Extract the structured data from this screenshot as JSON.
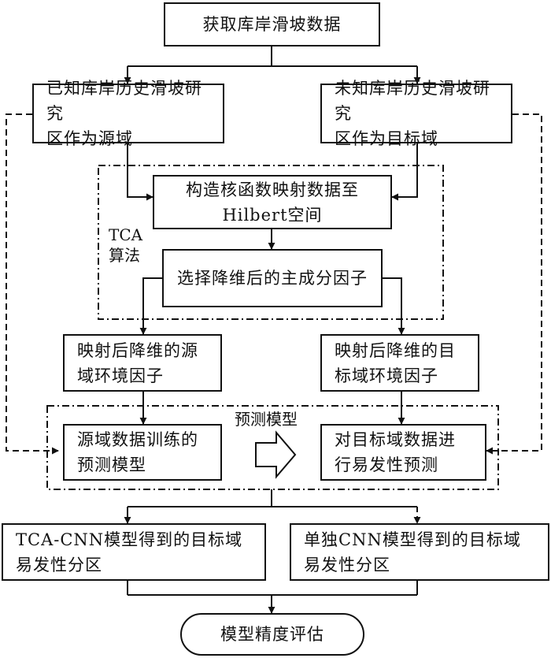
{
  "nodes": {
    "get_data": "获取库岸滑坡数据",
    "source_line1": "已知库岸历史滑坡研究",
    "source_line2": "区作为源域",
    "target_line1": "未知库岸历史滑坡研究",
    "target_line2": "区作为目标域",
    "kernel_line1": "构造核函数映射数据至",
    "kernel_line2": "Hilbert空间",
    "select_factors": "选择降维后的主成分因子",
    "src_env_line1": "映射后降维的源",
    "src_env_line2": "域环境因子",
    "tgt_env_line1": "映射后降维的目",
    "tgt_env_line2": "标域环境因子",
    "train_line1": "源域数据训练的",
    "train_line2": "预测模型",
    "predict_line1": "对目标域数据进",
    "predict_line2": "行易发性预测",
    "tca_cnn_line1": "TCA-CNN模型得到的目标域",
    "tca_cnn_line2": "易发性分区",
    "cnn_line1": "单独CNN模型得到的目标域",
    "cnn_line2": "易发性分区",
    "evaluate": "模型精度评估"
  },
  "groups": {
    "tca_line1": "TCA",
    "tca_line2": "算法",
    "prediction_model": "预测模型"
  }
}
